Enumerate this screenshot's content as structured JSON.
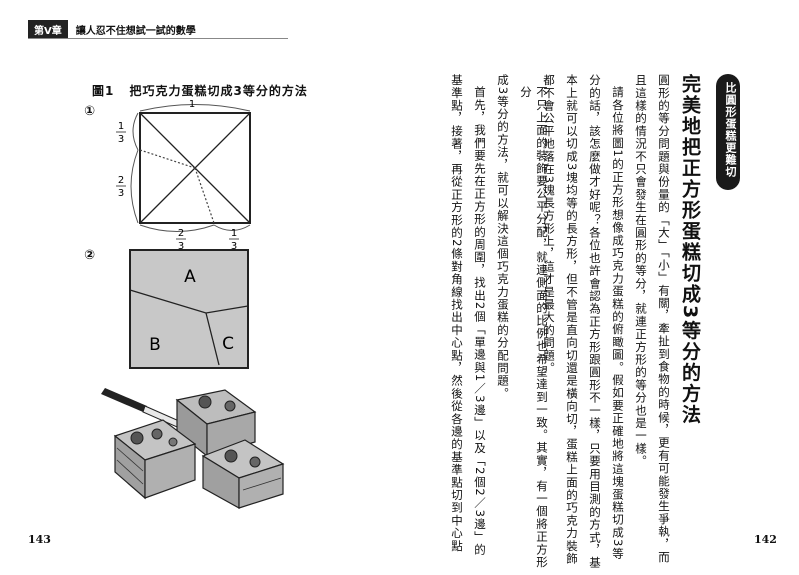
{
  "left_page": {
    "chapter_badge": "第V章",
    "chapter_title": "讓人忍不住想試一試的數學",
    "figure_caption_label": "圖1",
    "figure_caption_text": "把巧克力蛋糕切成3等分的方法",
    "figure1_marker": "①",
    "figure2_marker": "②",
    "fraction_labels": {
      "top_one": "1",
      "left_one": "1",
      "left_three": "3",
      "left_two": "2",
      "left_three_b": "3",
      "bottom_two": "2",
      "bottom_three": "3",
      "bottom_one": "1",
      "bottom_three_b": "3"
    },
    "region_labels": {
      "a": "A",
      "b": "B",
      "c": "C"
    },
    "page_number": "143"
  },
  "right_page": {
    "section_tab": "比圓形蛋糕更難切",
    "headline": "完美地把正方形蛋糕切成3等分的方法",
    "paragraphs": [
      "圓形的等分問題與份量的「大」「小」有關，牽扯到食物的時候，更有可能發生爭執，而",
      "且這樣的情況不只會發生在圓形的等分，就連正方形的等分也是一樣。",
      "請各位將圖1的正方形想像成巧克力蛋糕的俯瞰圖。假如要正確地將這塊蛋糕切成3等",
      "分的話，該怎麼做才好呢？各位也許會認為正方形跟圓形不一樣，只要用目測的方式，基",
      "本上就可以切成3塊均等的長方形，但不管是直向切還是橫向切，蛋糕上面的巧克力裝飾",
      "都不會公平地落在3塊長方形上，這才是最大的問題。",
      "不只上面的裝飾要公平分配，就連側面的比例也希望達到一致。其實，有一個將正方形分",
      "成3等分的方法，就可以解決這個巧克力蛋糕的分配問題。",
      "首先，我們要先在正方形的周圍，找出2個「單邊與1／3邊」以及「2個2／3邊」的",
      "基準點，接著，再從正方形的2條對角線找出中心點，然後從各邊的基準點切到中心點"
    ],
    "page_number": "142"
  }
}
